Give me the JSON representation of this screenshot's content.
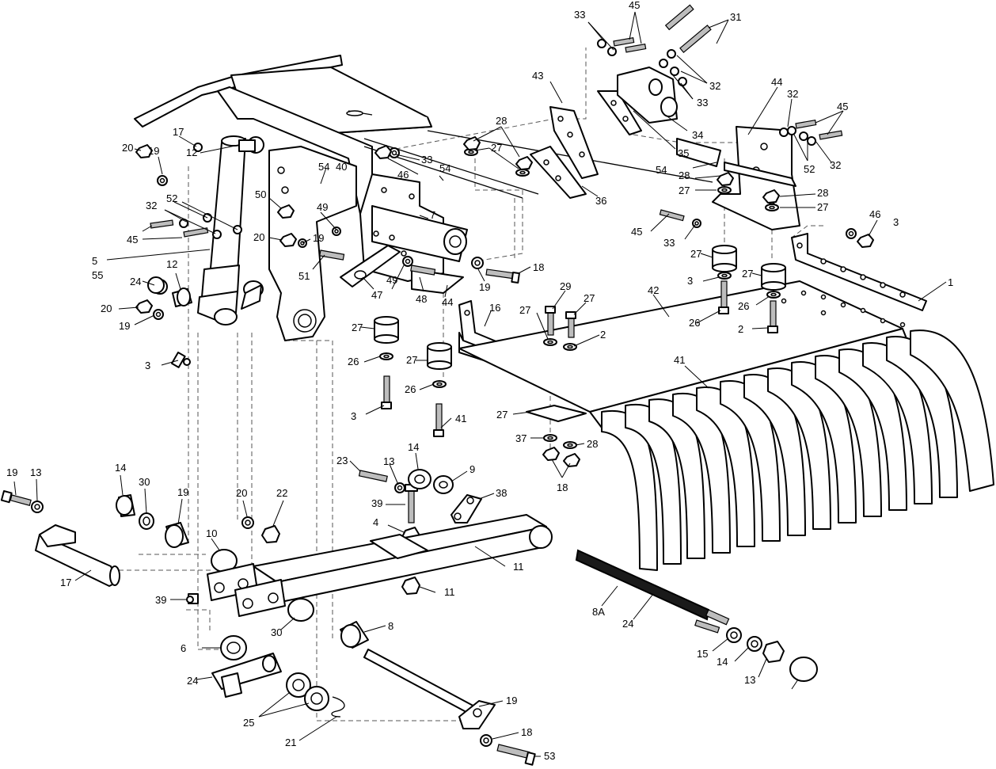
{
  "diagram": {
    "callouts": [
      {
        "id": "c-33a",
        "text": "33"
      },
      {
        "id": "c-45a",
        "text": "45"
      },
      {
        "id": "c-31",
        "text": "31"
      },
      {
        "id": "c-32a",
        "text": "32"
      },
      {
        "id": "c-33b",
        "text": "33"
      },
      {
        "id": "c-43",
        "text": "43"
      },
      {
        "id": "c-34",
        "text": "34"
      },
      {
        "id": "c-35",
        "text": "35"
      },
      {
        "id": "c-36",
        "text": "36"
      },
      {
        "id": "c-44a",
        "text": "44"
      },
      {
        "id": "c-32b",
        "text": "32"
      },
      {
        "id": "c-45b",
        "text": "45"
      },
      {
        "id": "c-52a",
        "text": "52"
      },
      {
        "id": "c-32c",
        "text": "32"
      },
      {
        "id": "c-54a",
        "text": "54"
      },
      {
        "id": "c-28a",
        "text": "28"
      },
      {
        "id": "c-27a",
        "text": "27"
      },
      {
        "id": "c-28b",
        "text": "28"
      },
      {
        "id": "c-27b",
        "text": "27"
      },
      {
        "id": "c-28c",
        "text": "28"
      },
      {
        "id": "c-27c",
        "text": "27"
      },
      {
        "id": "c-17a",
        "text": "17"
      },
      {
        "id": "c-20a",
        "text": "20"
      },
      {
        "id": "c-19a",
        "text": "19"
      },
      {
        "id": "c-12a",
        "text": "12"
      },
      {
        "id": "c-54b",
        "text": "54"
      },
      {
        "id": "c-40",
        "text": "40"
      },
      {
        "id": "c-46a",
        "text": "46"
      },
      {
        "id": "c-33c",
        "text": "33"
      },
      {
        "id": "c-54c",
        "text": "54"
      },
      {
        "id": "c-52b",
        "text": "52"
      },
      {
        "id": "c-32d",
        "text": "32"
      },
      {
        "id": "c-45c",
        "text": "45"
      },
      {
        "id": "c-50",
        "text": "50"
      },
      {
        "id": "c-49a",
        "text": "49"
      },
      {
        "id": "c-20b",
        "text": "20"
      },
      {
        "id": "c-19b",
        "text": "19"
      },
      {
        "id": "c-7",
        "text": "7"
      },
      {
        "id": "c-5",
        "text": "5"
      },
      {
        "id": "c-55",
        "text": "55"
      },
      {
        "id": "c-12b",
        "text": "12"
      },
      {
        "id": "c-24a",
        "text": "24"
      },
      {
        "id": "c-20c",
        "text": "20"
      },
      {
        "id": "c-19c",
        "text": "19"
      },
      {
        "id": "c-51",
        "text": "51"
      },
      {
        "id": "c-49b",
        "text": "49"
      },
      {
        "id": "c-47",
        "text": "47"
      },
      {
        "id": "c-48",
        "text": "48"
      },
      {
        "id": "c-44b",
        "text": "44"
      },
      {
        "id": "c-19d",
        "text": "19"
      },
      {
        "id": "c-18a",
        "text": "18"
      },
      {
        "id": "c-45d",
        "text": "45"
      },
      {
        "id": "c-33d",
        "text": "33"
      },
      {
        "id": "c-46b",
        "text": "46"
      },
      {
        "id": "c-3a",
        "text": "3"
      },
      {
        "id": "c-27d",
        "text": "27"
      },
      {
        "id": "c-3b",
        "text": "3"
      },
      {
        "id": "c-27e",
        "text": "27"
      },
      {
        "id": "c-26a",
        "text": "26"
      },
      {
        "id": "c-26b",
        "text": "26"
      },
      {
        "id": "c-2a",
        "text": "2"
      },
      {
        "id": "c-1",
        "text": "1"
      },
      {
        "id": "c-42",
        "text": "42"
      },
      {
        "id": "c-29",
        "text": "29"
      },
      {
        "id": "c-27f",
        "text": "27"
      },
      {
        "id": "c-27g",
        "text": "27"
      },
      {
        "id": "c-2b",
        "text": "2"
      },
      {
        "id": "c-16",
        "text": "16"
      },
      {
        "id": "c-3c",
        "text": "3"
      },
      {
        "id": "c-27h",
        "text": "27"
      },
      {
        "id": "c-26c",
        "text": "26"
      },
      {
        "id": "c-3d",
        "text": "3"
      },
      {
        "id": "c-27i",
        "text": "27"
      },
      {
        "id": "c-26d",
        "text": "26"
      },
      {
        "id": "c-41a",
        "text": "41"
      },
      {
        "id": "c-41b",
        "text": "41"
      },
      {
        "id": "c-27j",
        "text": "27"
      },
      {
        "id": "c-37",
        "text": "37"
      },
      {
        "id": "c-28d",
        "text": "28"
      },
      {
        "id": "c-18b",
        "text": "18"
      },
      {
        "id": "c-19e",
        "text": "19"
      },
      {
        "id": "c-13a",
        "text": "13"
      },
      {
        "id": "c-14a",
        "text": "14"
      },
      {
        "id": "c-30a",
        "text": "30"
      },
      {
        "id": "c-19f",
        "text": "19"
      },
      {
        "id": "c-20d",
        "text": "20"
      },
      {
        "id": "c-22",
        "text": "22"
      },
      {
        "id": "c-23",
        "text": "23"
      },
      {
        "id": "c-13b",
        "text": "13"
      },
      {
        "id": "c-14b",
        "text": "14"
      },
      {
        "id": "c-9",
        "text": "9"
      },
      {
        "id": "c-38",
        "text": "38"
      },
      {
        "id": "c-39a",
        "text": "39"
      },
      {
        "id": "c-4",
        "text": "4"
      },
      {
        "id": "c-11a",
        "text": "11"
      },
      {
        "id": "c-10",
        "text": "10"
      },
      {
        "id": "c-17b",
        "text": "17"
      },
      {
        "id": "c-39b",
        "text": "39"
      },
      {
        "id": "c-11b",
        "text": "11"
      },
      {
        "id": "c-30b",
        "text": "30"
      },
      {
        "id": "c-8",
        "text": "8"
      },
      {
        "id": "c-8A",
        "text": "8A"
      },
      {
        "id": "c-24b",
        "text": "24"
      },
      {
        "id": "c-6",
        "text": "6"
      },
      {
        "id": "c-24c",
        "text": "24"
      },
      {
        "id": "c-25",
        "text": "25"
      },
      {
        "id": "c-21",
        "text": "21"
      },
      {
        "id": "c-19g",
        "text": "19"
      },
      {
        "id": "c-18c",
        "text": "18"
      },
      {
        "id": "c-53",
        "text": "53"
      },
      {
        "id": "c-15",
        "text": "15"
      },
      {
        "id": "c-14c",
        "text": "14"
      },
      {
        "id": "c-13c",
        "text": "13"
      }
    ]
  }
}
